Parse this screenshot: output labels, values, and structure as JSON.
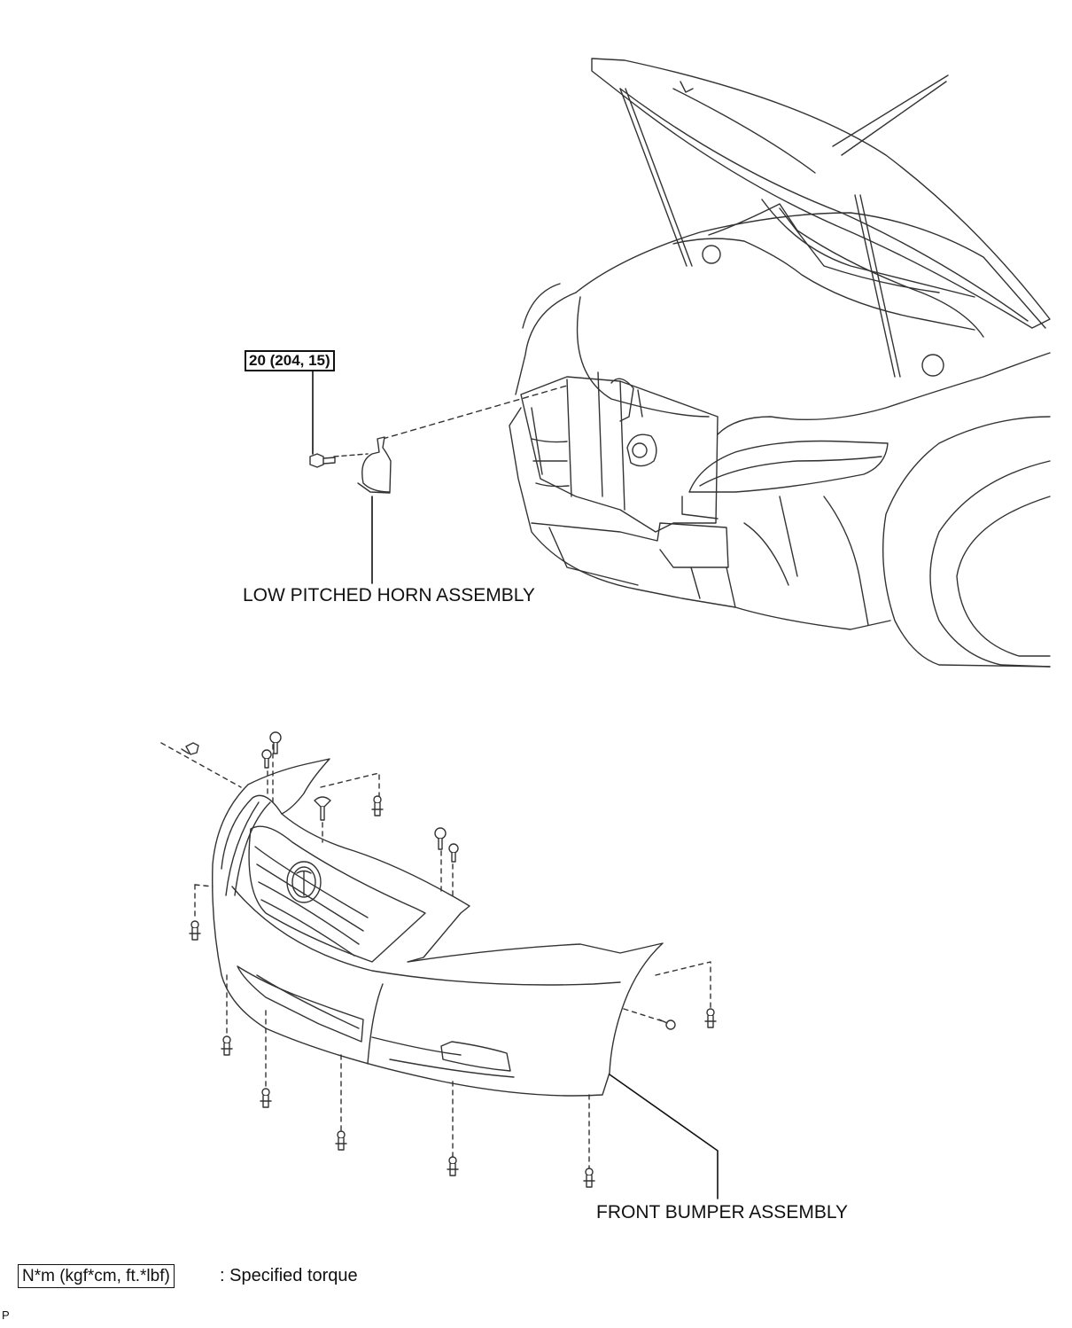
{
  "torque_spec": "20 (204, 15)",
  "labels": {
    "horn": "LOW PITCHED HORN ASSEMBLY",
    "bumper": "FRONT BUMPER ASSEMBLY"
  },
  "legend": {
    "unit_box": "N*m (kgf*cm, ft.*lbf)",
    "text": ": Specified torque"
  },
  "corner_mark": "P"
}
